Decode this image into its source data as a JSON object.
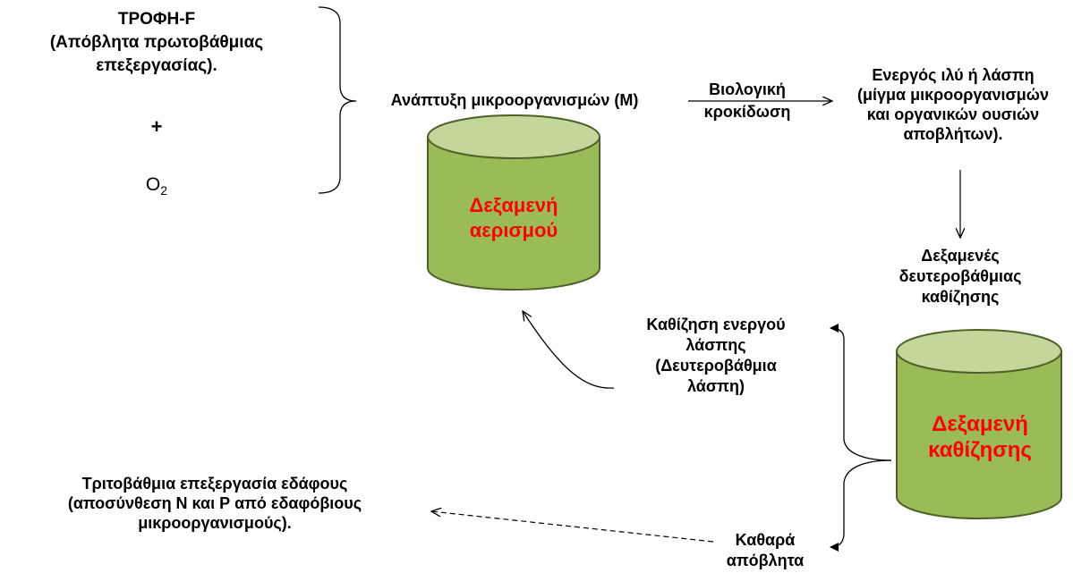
{
  "feed": {
    "title": "ΤΡΟΦΗ-F",
    "lines": [
      "(Απόβλητα πρωτοβάθμιας",
      "επεξεργασίας)."
    ],
    "plus": "+",
    "oxygen_symbol": "O",
    "oxygen_subscript": "2"
  },
  "growth_label": "Ανάπτυξη μικροοργανισμών (Μ)",
  "flocculation": [
    "Βιολογική",
    "κροκίδωση"
  ],
  "activated_sludge": [
    "Ενεργός ιλύ ή λάσπη",
    "(μίγμα μικροοργανισμών",
    "και οργανικών ουσιών",
    "αποβλήτων)."
  ],
  "secondary_tanks": [
    "Δεξαμενές",
    "δευτεροβάθμιας",
    "καθίζησης"
  ],
  "aeration_tank": {
    "lines": [
      "Δεξαμενή",
      "αερισμού"
    ],
    "fill_color": "#9bbb59",
    "top_color": "#c3d69b",
    "outline_color": "#4e6128",
    "text_color": "#ff0000"
  },
  "settling_tank": {
    "lines": [
      "Δεξαμενή",
      "καθίζησης"
    ],
    "fill_color": "#9bbb59",
    "top_color": "#c3d69b",
    "outline_color": "#4e6128",
    "text_color": "#ff0000"
  },
  "sludge_settling": [
    "Καθίζηση ενεργού",
    "λάσπης",
    "(Δευτεροβάθμια",
    "λάσπη)"
  ],
  "tertiary": [
    "Τριτοβάθμια επεξεργασία εδάφους",
    "(αποσύνθεση Ν και Ρ από εδαφόβιους",
    "μικροοργανισμούς)."
  ],
  "clean_effluent": [
    "Καθαρά",
    "απόβλητα"
  ]
}
